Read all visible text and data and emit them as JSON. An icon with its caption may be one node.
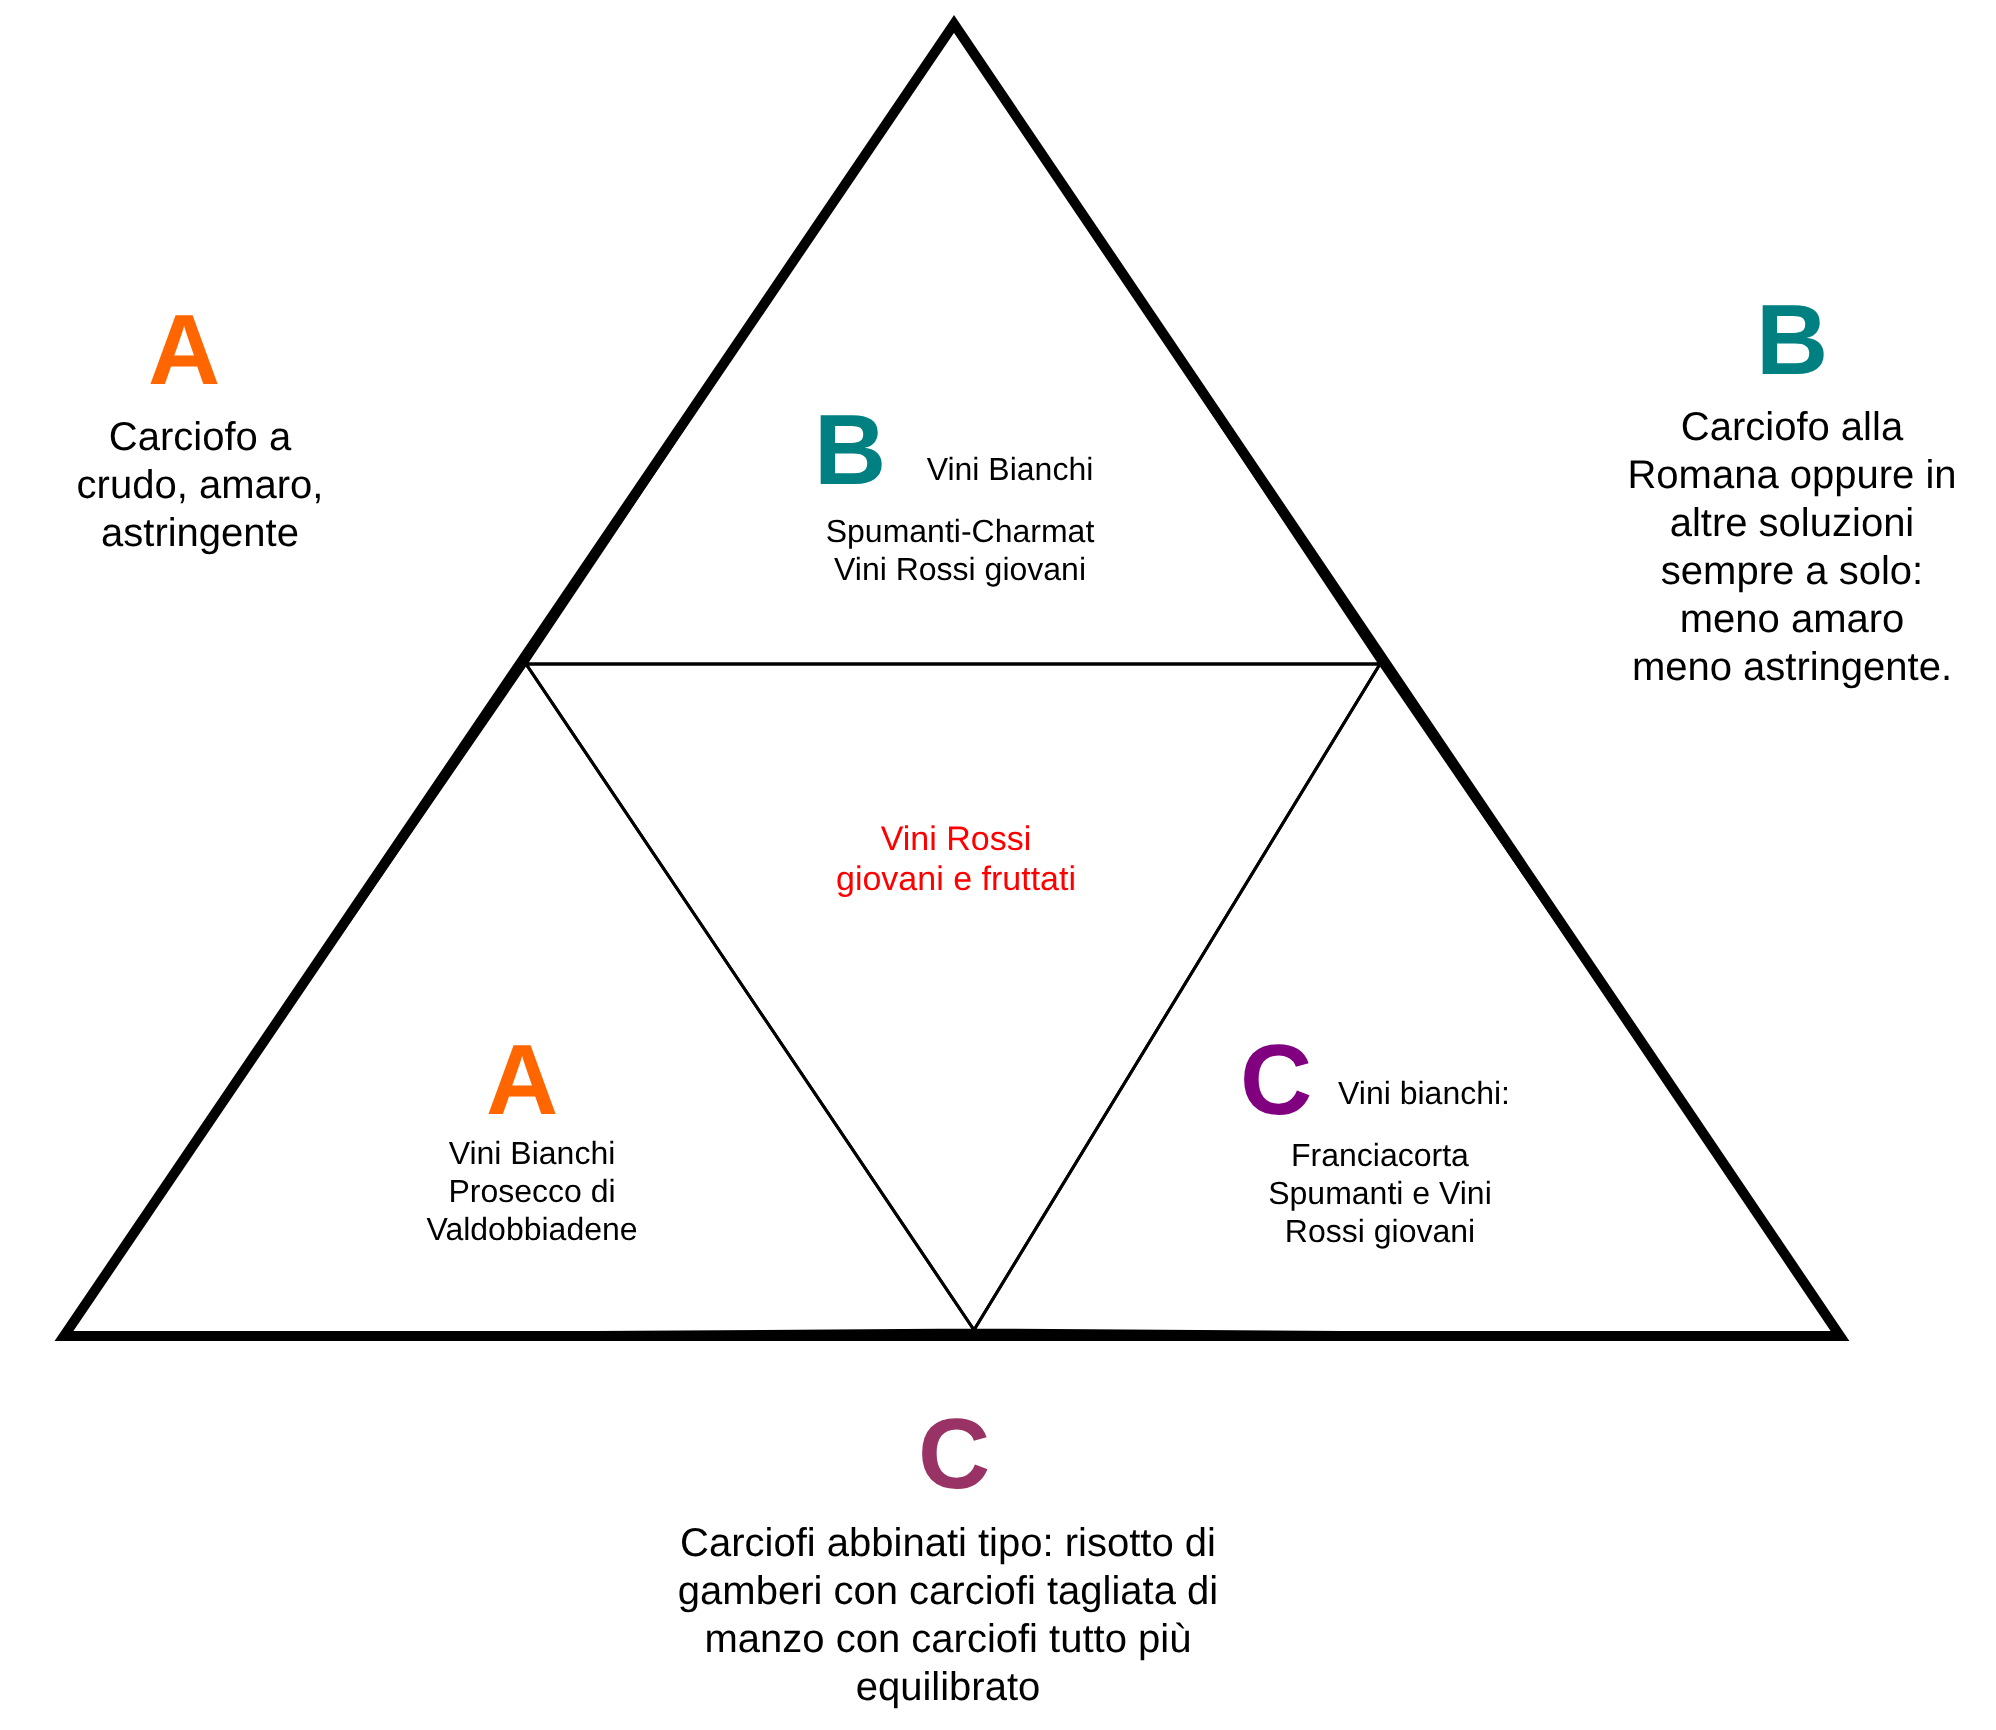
{
  "diagram": {
    "nodes": [
      {
        "text": [],
        "shape": "triangle"
      },
      {
        "text": [
          "B",
          "Vini Bianchi",
          "Spumanti-Charmat Vini Rossi giovani"
        ],
        "in": 0
      },
      {
        "text": [
          "Vini Rossi giovani e fruttati"
        ],
        "in": 0
      },
      {
        "text": [
          "A",
          "Vini Bianchi Prosecco di Valdobbiadene"
        ],
        "in": 0
      },
      {
        "text": [
          "C",
          "Vini bianchi:",
          "Franciacorta Spumanti e Vini Rossi giovani"
        ],
        "in": 0
      }
    ],
    "edges": [],
    "labels": [
      "A",
      "Carciofo a crudo, amaro, astringente",
      "B",
      "Carciofo alla Romana oppure in altre soluzioni sempre a solo: meno amaro meno astringente.",
      "C",
      "Carciofi abbinati tipo: risotto di gamberi con carciofi tagliata di manzo con carciofi tutto più equilibrato"
    ]
  }
}
